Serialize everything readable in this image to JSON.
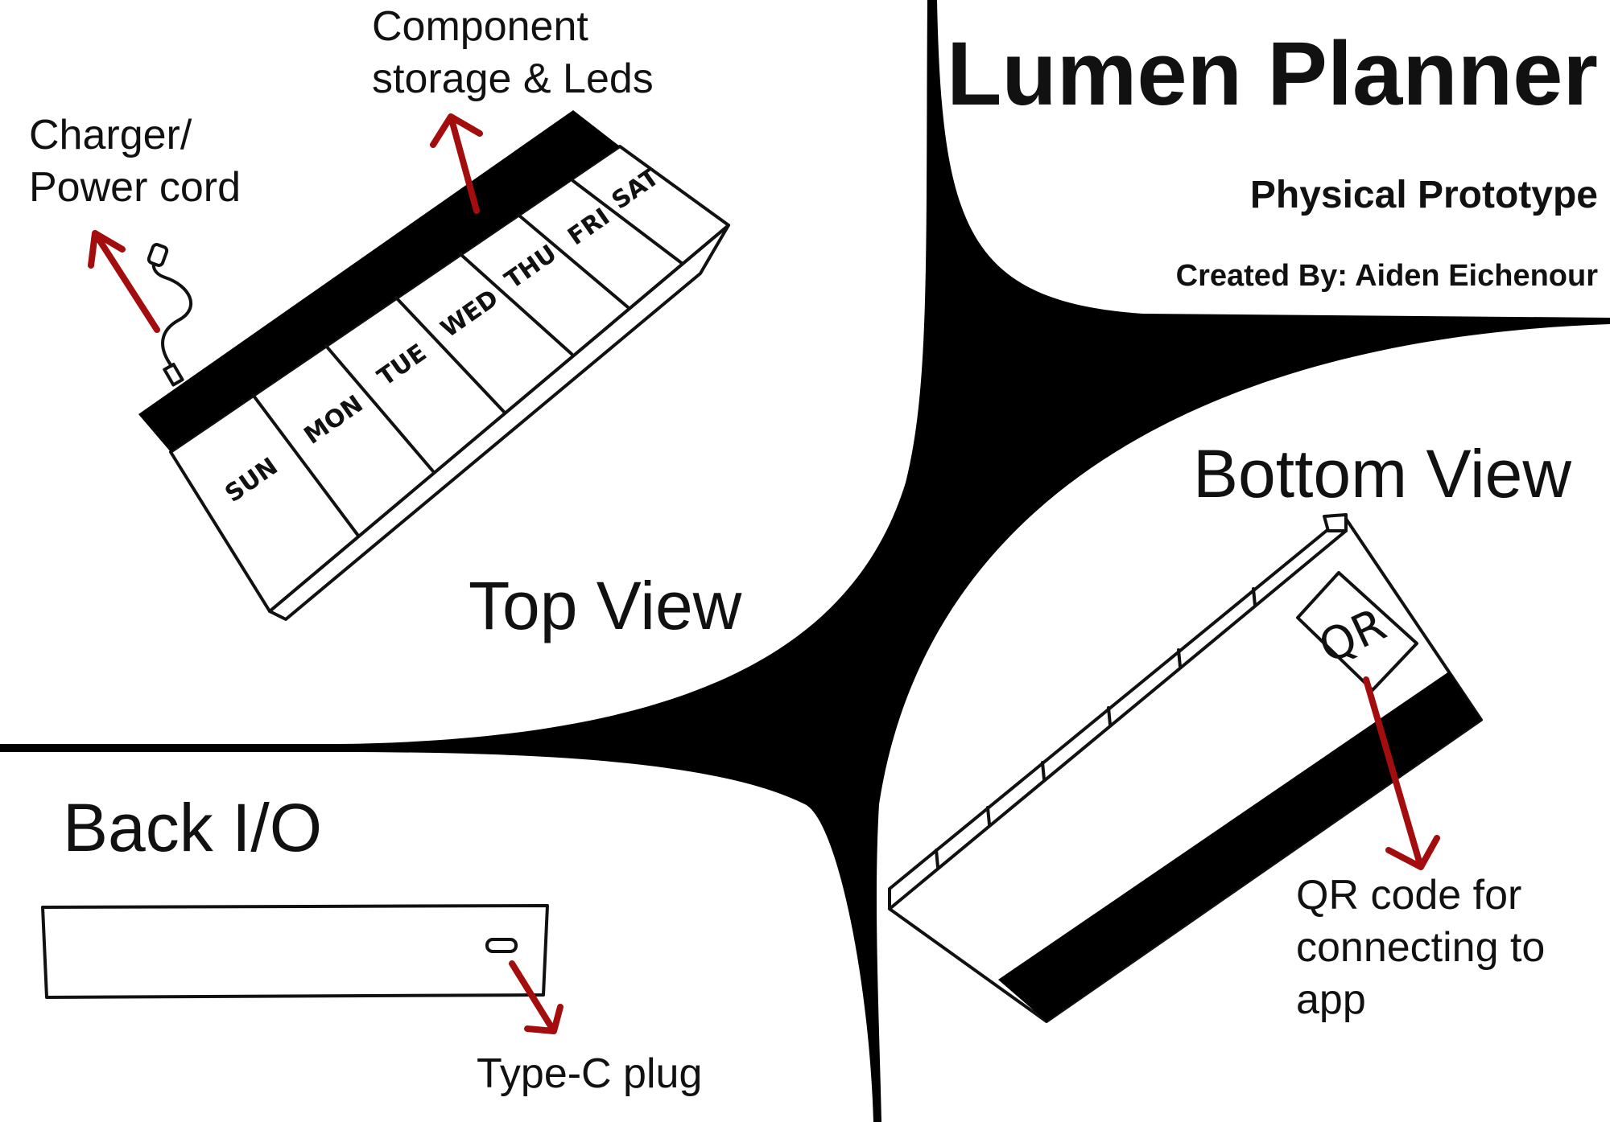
{
  "header": {
    "title": "Lumen Planner",
    "subtitle": "Physical Prototype",
    "credit": "Created By: Aiden Eichenour"
  },
  "top_view": {
    "heading": "Top View",
    "days": [
      "SUN",
      "MON",
      "TUE",
      "WED",
      "THU",
      "FRI",
      "SAT"
    ],
    "callout_charger": [
      "Charger/",
      "Power cord"
    ],
    "callout_storage": [
      "Component",
      "storage & Leds"
    ]
  },
  "bottom_view": {
    "heading": "Bottom View",
    "qr_label": "QR",
    "callout_qr": [
      "QR code for",
      "connecting to",
      "app"
    ]
  },
  "back_io": {
    "heading": "Back I/O",
    "callout_plug": "Type-C plug"
  },
  "colors": {
    "ink": "#111111",
    "arrow": "#a30d0d",
    "background": "#ffffff"
  }
}
